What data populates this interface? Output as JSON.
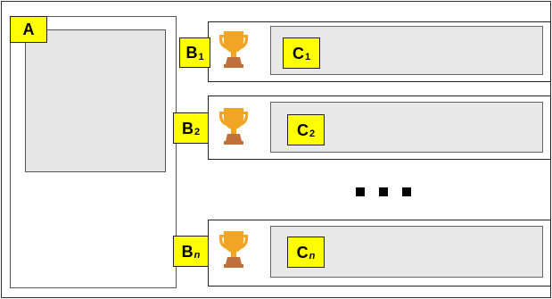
{
  "labels": {
    "a": "A",
    "b1": "B",
    "b1_sub": "1",
    "b2": "B",
    "b2_sub": "2",
    "bn": "B",
    "bn_sub": "n",
    "c1": "C",
    "c1_sub": "1",
    "c2": "C",
    "c2_sub": "2",
    "cn": "C",
    "cn_sub": "n"
  },
  "icons": {
    "trophy": "trophy-icon"
  },
  "colors": {
    "label_bg": "#ffff00",
    "trophy": "#f2a425",
    "trophy_base": "#c0703a",
    "slot_bg": "#e8e8e8"
  }
}
